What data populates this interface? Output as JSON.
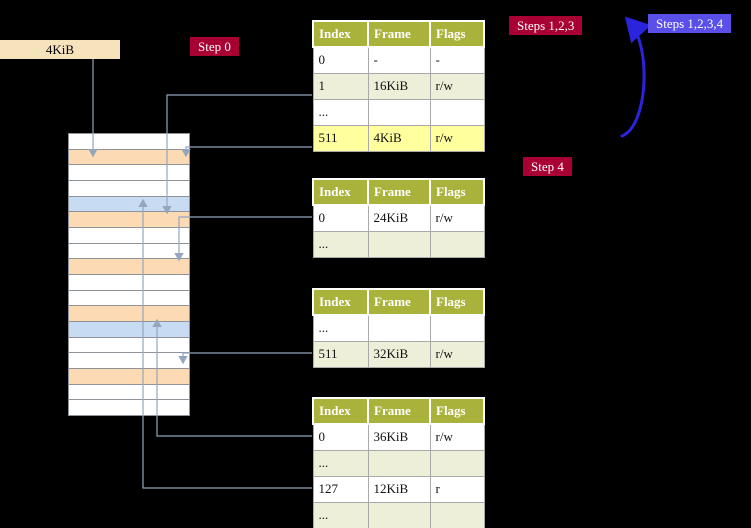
{
  "diagram": {
    "frame_box_label": "4KiB",
    "step_labels": {
      "step0": "Step 0",
      "steps123": "Steps 1,2,3",
      "steps1234": "Steps 1,2,3,4",
      "step4": "Step 4"
    }
  },
  "colors": {
    "header_bg": "#a9b23a",
    "row_white": "#ffffff",
    "row_green": "#edefd9",
    "row_highlight": "#ffff9e",
    "frame_peach": "#fbdab4",
    "frame_blue": "#c7dcf2",
    "label_red_bg": "#a80032",
    "label_blue_bg": "#5a4fe8",
    "arrow_blue": "#2b24dd",
    "connector": "#94a5bd",
    "box_wheat": "#f7e3bb"
  },
  "tables": [
    {
      "id": "page-table-top",
      "headers": [
        "Index",
        "Frame",
        "Flags"
      ],
      "rows": [
        {
          "index": "0",
          "frame": "-",
          "flags": "-",
          "bg": "white"
        },
        {
          "index": "1",
          "frame": "16KiB",
          "flags": "r/w",
          "bg": "green"
        },
        {
          "index": "...",
          "frame": "",
          "flags": "",
          "bg": "white"
        },
        {
          "index": "511",
          "frame": "4KiB",
          "flags": "r/w",
          "bg": "highlight"
        }
      ]
    },
    {
      "id": "page-table-second",
      "headers": [
        "Index",
        "Frame",
        "Flags"
      ],
      "rows": [
        {
          "index": "0",
          "frame": "24KiB",
          "flags": "r/w",
          "bg": "white"
        },
        {
          "index": "...",
          "frame": "",
          "flags": "",
          "bg": "green"
        }
      ]
    },
    {
      "id": "page-table-third",
      "headers": [
        "Index",
        "Frame",
        "Flags"
      ],
      "rows": [
        {
          "index": "...",
          "frame": "",
          "flags": "",
          "bg": "white"
        },
        {
          "index": "511",
          "frame": "32KiB",
          "flags": "r/w",
          "bg": "green"
        }
      ]
    },
    {
      "id": "page-table-bottom",
      "headers": [
        "Index",
        "Frame",
        "Flags"
      ],
      "rows": [
        {
          "index": "0",
          "frame": "36KiB",
          "flags": "r/w",
          "bg": "white"
        },
        {
          "index": "...",
          "frame": "",
          "flags": "",
          "bg": "green"
        },
        {
          "index": "127",
          "frame": "12KiB",
          "flags": "r",
          "bg": "white"
        },
        {
          "index": "...",
          "frame": "",
          "flags": "",
          "bg": "green"
        }
      ]
    }
  ],
  "memory_stack": {
    "rows": [
      "white",
      "peach",
      "white",
      "white",
      "blue",
      "peach",
      "white",
      "white",
      "peach",
      "white",
      "white",
      "peach",
      "blue",
      "white",
      "white",
      "peach",
      "white",
      "white"
    ]
  }
}
